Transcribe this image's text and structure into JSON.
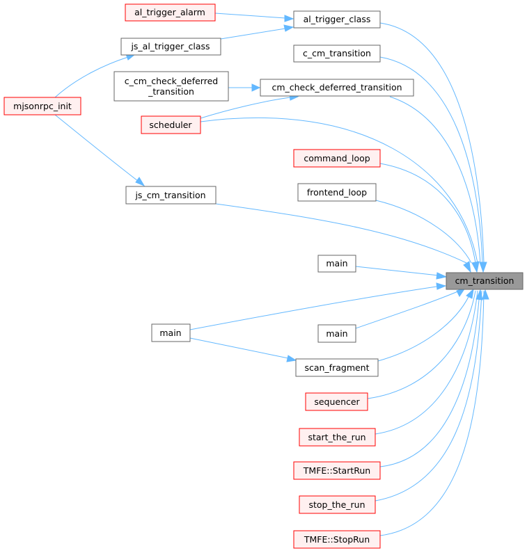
{
  "colors": {
    "edge": "#63b8ff",
    "node_fill": "#ffffff",
    "node_border": "#666666",
    "highlight_fill": "#fff0f0",
    "highlight_border": "#ff0000",
    "focus_fill": "#999999",
    "focus_border": "#666666"
  },
  "nodes": {
    "cm_transition": "cm_transition",
    "al_trigger_class": "al_trigger_class",
    "al_trigger_alarm": "al_trigger_alarm",
    "js_al_trigger_class": "js_al_trigger_class",
    "mjsonrpc_init": "mjsonrpc_init",
    "c_cm_transition": "c_cm_transition",
    "c_cm_check_deferred_line1": "c_cm_check_deferred",
    "c_cm_check_deferred_line2": "_transition",
    "cm_check_deferred_transition": "cm_check_deferred_transition",
    "scheduler": "scheduler",
    "command_loop": "command_loop",
    "frontend_loop": "frontend_loop",
    "js_cm_transition": "js_cm_transition",
    "main_1": "main",
    "main_left": "main",
    "main_2": "main",
    "scan_fragment": "scan_fragment",
    "sequencer": "sequencer",
    "start_the_run": "start_the_run",
    "tmfe_startrun": "TMFE::StartRun",
    "stop_the_run": "stop_the_run",
    "tmfe_stoprun": "TMFE::StopRun"
  }
}
